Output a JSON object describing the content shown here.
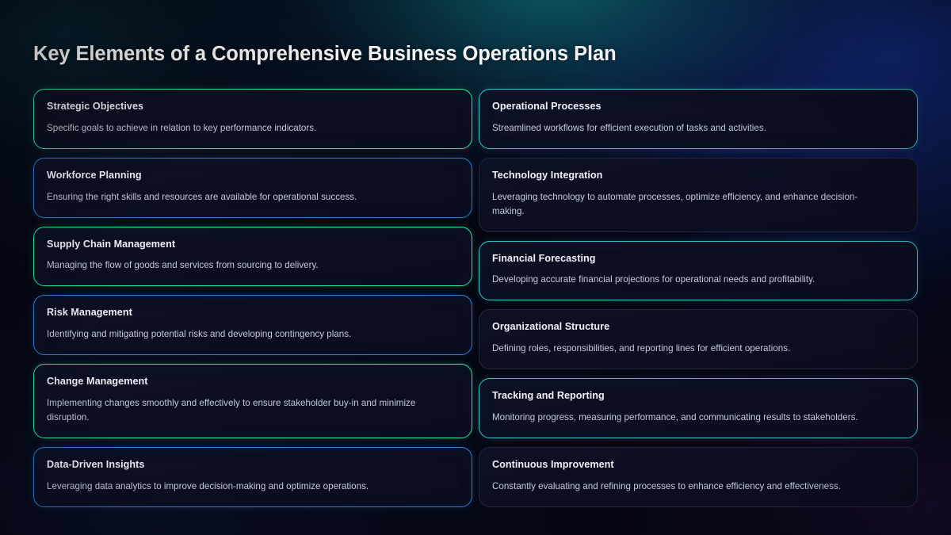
{
  "slide": {
    "title": "Key Elements of a Comprehensive Business Operations Plan",
    "background": {
      "base_color": "#050a18",
      "teal_glow": "#0d787e",
      "blue_glow": "#153096",
      "purple_glow": "#2e124a"
    },
    "accents": {
      "green": "#2ee6a0",
      "blue": "#2f7fd4",
      "cyan": "#37c4cf",
      "dim": "#6c78a0"
    }
  },
  "columns": [
    {
      "name": "left-column",
      "cards": [
        {
          "title": "Strategic Objectives",
          "description": "Specific goals to achieve in relation to key performance indicators.",
          "accent": "green"
        },
        {
          "title": "Workforce Planning",
          "description": "Ensuring the right skills and resources are available for operational success.",
          "accent": "blue"
        },
        {
          "title": "Supply Chain Management",
          "description": "Managing the flow of goods and services from sourcing to delivery.",
          "accent": "green"
        },
        {
          "title": "Risk Management",
          "description": "Identifying and mitigating potential risks and developing contingency plans.",
          "accent": "blue"
        },
        {
          "title": "Change Management",
          "description": "Implementing changes smoothly and effectively to ensure stakeholder buy-in and minimize disruption.",
          "accent": "green"
        },
        {
          "title": "Data-Driven Insights",
          "description": "Leveraging data analytics to improve decision-making and optimize operations.",
          "accent": "blue"
        }
      ]
    },
    {
      "name": "right-column",
      "cards": [
        {
          "title": "Operational Processes",
          "description": "Streamlined workflows for efficient execution of tasks and activities.",
          "accent": "cyan"
        },
        {
          "title": "Technology Integration",
          "description": "Leveraging technology to automate processes, optimize efficiency, and enhance decision-making.",
          "accent": "dim"
        },
        {
          "title": "Financial Forecasting",
          "description": "Developing accurate financial projections for operational needs and profitability.",
          "accent": "cyan"
        },
        {
          "title": "Organizational Structure",
          "description": "Defining roles, responsibilities, and reporting lines for efficient operations.",
          "accent": "dim"
        },
        {
          "title": "Tracking and Reporting",
          "description": "Monitoring progress, measuring performance, and communicating results to stakeholders.",
          "accent": "cyan"
        },
        {
          "title": "Continuous Improvement",
          "description": "Constantly evaluating and refining processes to enhance efficiency and effectiveness.",
          "accent": "dim"
        }
      ]
    }
  ]
}
